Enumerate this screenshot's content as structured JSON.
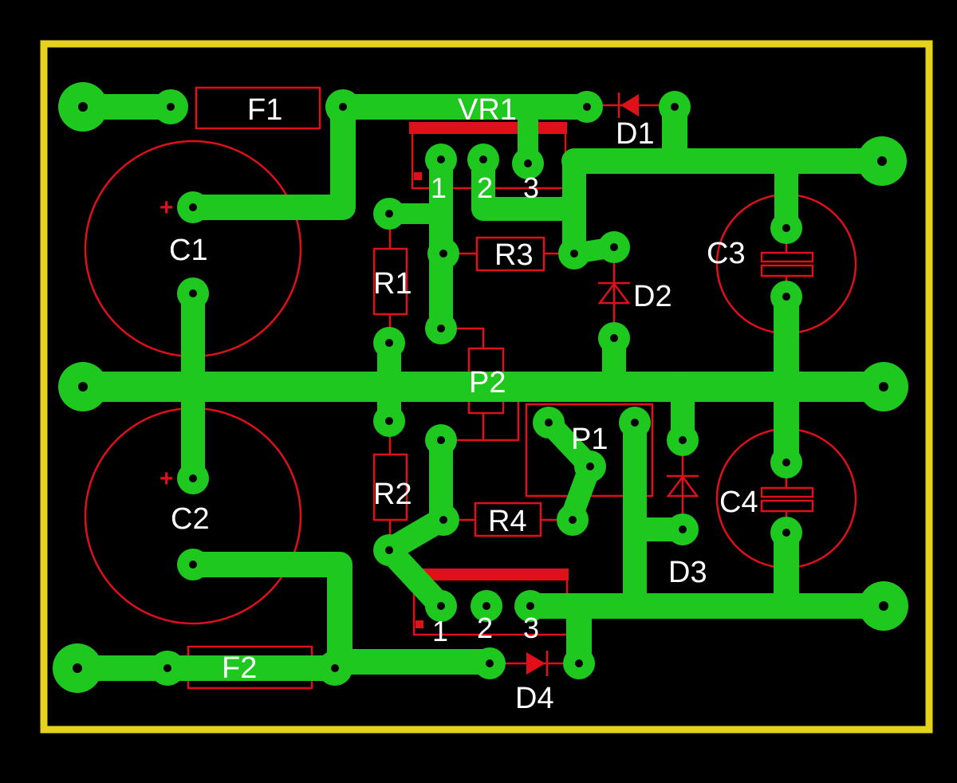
{
  "board": {
    "outline_color": "#e6d21e",
    "copper_color": "#1ec81e",
    "silk_color": "#e0101a",
    "text_color": "#ffffff",
    "background": "#000000"
  },
  "labels": {
    "F1": "F1",
    "F2": "F2",
    "VR1": "VR1",
    "D1": "D1",
    "D2": "D2",
    "D3": "D3",
    "D4": "D4",
    "C1": "C1",
    "C2": "C2",
    "C3": "C3",
    "C4": "C4",
    "R1": "R1",
    "R2": "R2",
    "R3": "R3",
    "R4": "R4",
    "P1": "P1",
    "P2": "P2"
  },
  "pins": {
    "vr1": [
      "1",
      "2",
      "3"
    ],
    "vr2": [
      "1",
      "2",
      "3"
    ]
  },
  "polarity_mark": "+"
}
